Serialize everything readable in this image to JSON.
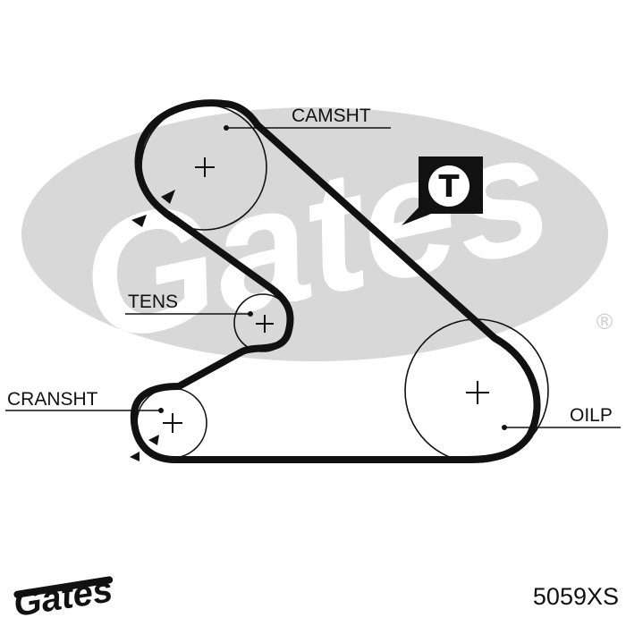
{
  "diagram": {
    "labels": {
      "camshaft": "CAMSHT",
      "tensioner": "TENS",
      "crankshaft": "CRANSHT",
      "oil_pump": "OILP"
    },
    "badge_letter": "T",
    "watermark_text": "Gates",
    "registered_mark": "®"
  },
  "footer": {
    "logo_text": "Gates",
    "part_number": "5059XS"
  },
  "colors": {
    "belt": "#111111",
    "watermark": "#d6d6d6",
    "text": "#111111",
    "background": "#ffffff"
  }
}
